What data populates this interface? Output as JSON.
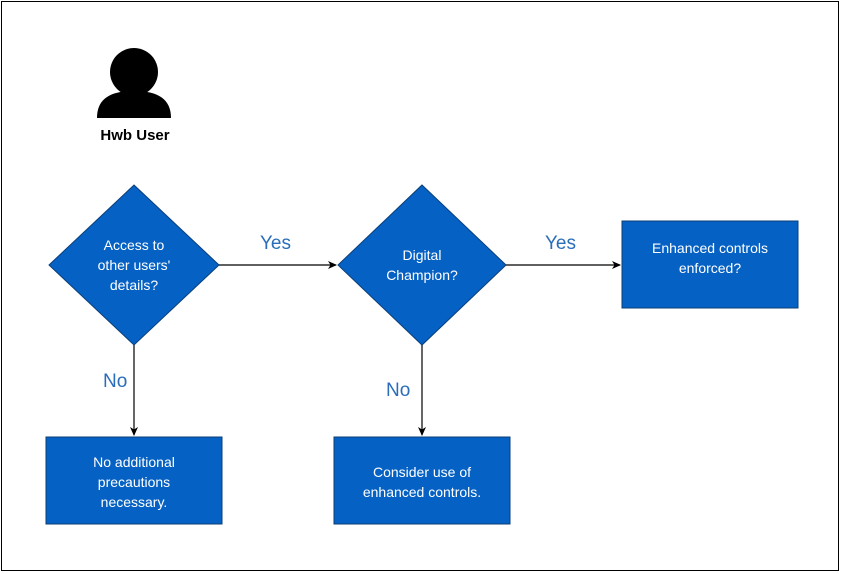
{
  "user": {
    "label": "Hwb User",
    "icon": "user-icon"
  },
  "nodes": {
    "access_decision": "Access to\nother users'\ndetails?",
    "champion_decision": "Digital\nChampion?",
    "enhanced_enforced": "Enhanced controls\nenforced?",
    "no_precautions": "No additional\nprecautions\nnecessary.",
    "consider_controls": "Consider use of\nenhanced controls."
  },
  "edges": {
    "access_yes": "Yes",
    "champion_yes": "Yes",
    "access_no": "No",
    "champion_no": "No"
  },
  "colors": {
    "node_fill": "#0561c3",
    "node_stroke": "#0a3f7a",
    "label": "#2a6ebb",
    "arrow": "#000000"
  }
}
